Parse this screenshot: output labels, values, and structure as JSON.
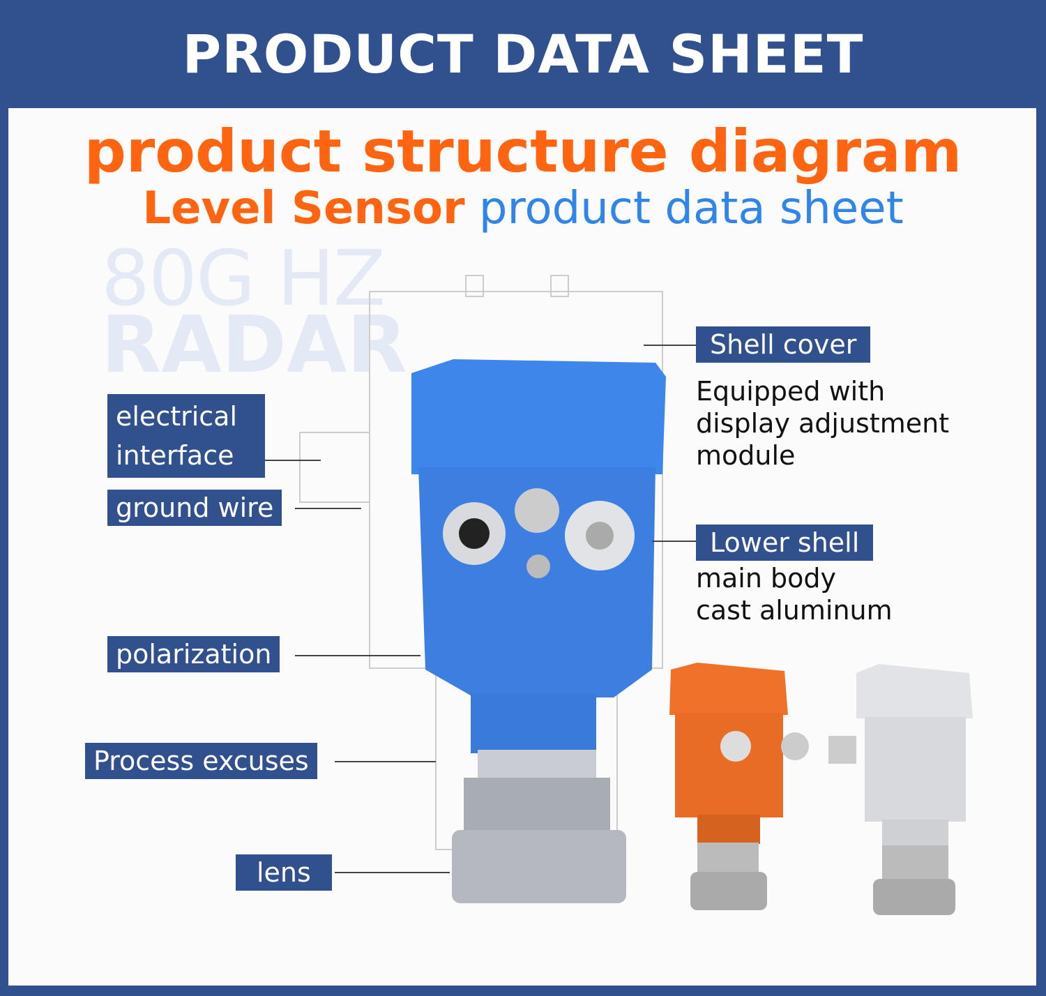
{
  "header": {
    "title": "PRODUCT DATA SHEET"
  },
  "title": {
    "main": "product structure diagram",
    "sub_orange": "Level Sensor",
    "sub_blue": "product data sheet"
  },
  "watermark": {
    "line1": "80G HZ",
    "line2": "RADAR"
  },
  "labels": {
    "electrical_interface": "electrical interface",
    "ground_wire": "ground wire",
    "polarization": "polarization",
    "process": "Process excuses",
    "lens": "lens",
    "shell_cover": "Shell cover",
    "lower_shell": "Lower shell"
  },
  "descriptions": {
    "shell_cover": [
      "Equipped with",
      "display adjustment",
      "module"
    ],
    "lower_shell": [
      "main body",
      "cast aluminum"
    ]
  },
  "colors": {
    "header": "#30508e",
    "orange": "#ff6410",
    "blue": "#2f85e8",
    "sensor_blue": "#3d82e6"
  }
}
